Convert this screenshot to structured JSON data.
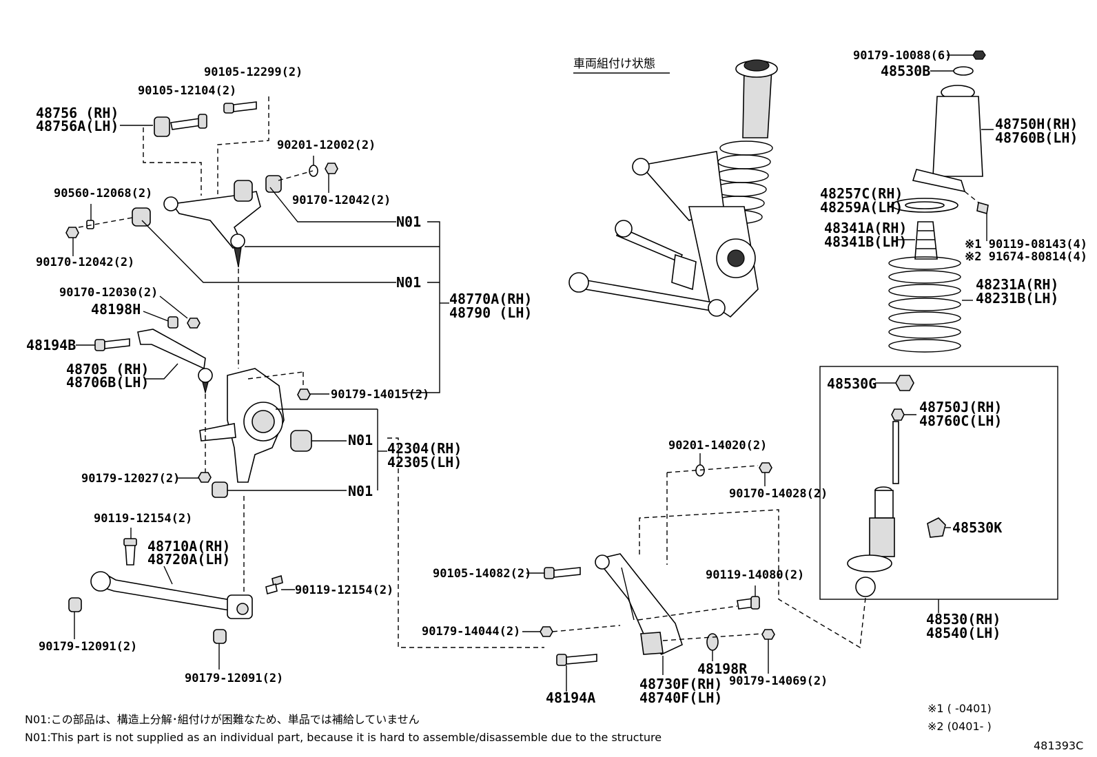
{
  "header": {
    "assembled_state": "車両組付け状態"
  },
  "labels": {
    "p_90105_12299": "90105-12299(2)",
    "p_90105_12104": "90105-12104(2)",
    "p_48756_rh": "48756 (RH)",
    "p_48756a_lh": "48756A(LH)",
    "p_90201_12002": "90201-12002(2)",
    "p_90170_12042_a": "90170-12042(2)",
    "p_90560_12068": "90560-12068(2)",
    "p_90170_12042_b": "90170-12042(2)",
    "n01_a": "N01",
    "n01_b": "N01",
    "n01_c": "N01",
    "n01_d": "N01",
    "p_48770a_rh": "48770A(RH)",
    "p_48790_lh": "48790 (LH)",
    "p_90170_12030": "90170-12030(2)",
    "p_48198h": "48198H",
    "p_48194b": "48194B",
    "p_48705_rh": "48705 (RH)",
    "p_48706b_lh": "48706B(LH)",
    "p_90179_14015": "90179-14015(2)",
    "p_42304_rh": "42304(RH)",
    "p_42305_lh": "42305(LH)",
    "p_90179_12027": "90179-12027(2)",
    "p_90119_12154_a": "90119-12154(2)",
    "p_48710a_rh": "48710A(RH)",
    "p_48720a_lh": "48720A(LH)",
    "p_90119_12154_b": "90119-12154(2)",
    "p_90179_12091_a": "90179-12091(2)",
    "p_90179_12091_b": "90179-12091(2)",
    "p_90179_10088": "90179-10088(6)",
    "p_48530b": "48530B",
    "p_48750h_rh": "48750H(RH)",
    "p_48760b_lh": "48760B(LH)",
    "p_48257c_rh": "48257C(RH)",
    "p_48259a_lh": "48259A(LH)",
    "p_48341a_rh": "48341A(RH)",
    "p_48341b_lh": "48341B(LH)",
    "p_90119_08143": "※1 90119-08143(4)",
    "p_91674_80814": "※2 91674-80814(4)",
    "p_48231a_rh": "48231A(RH)",
    "p_48231b_lh": "48231B(LH)",
    "p_48530g": "48530G",
    "p_48750j_rh": "48750J(RH)",
    "p_48760c_lh": "48760C(LH)",
    "p_48530k": "48530K",
    "p_48530_rh": "48530(RH)",
    "p_48540_lh": "48540(LH)",
    "p_90201_14020": "90201-14020(2)",
    "p_90170_14028": "90170-14028(2)",
    "p_90105_14082": "90105-14082(2)",
    "p_90119_14080": "90119-14080(2)",
    "p_90179_14044": "90179-14044(2)",
    "p_48198r": "48198R",
    "p_90179_14069": "90179-14069(2)",
    "p_48194a": "48194A",
    "p_48730f_rh": "48730F(RH)",
    "p_48740f_lh": "48740F(LH)"
  },
  "footnotes": {
    "n01_ja": "N01:この部品は、構造上分解･組付けが困難なため、単品では補給していません",
    "n01_en": "N01:This part is not supplied as an individual part, because it is hard to assemble/disassemble due to the structure",
    "mark1": "※1 (    -0401)",
    "mark2": "※2 (0401-    )",
    "diagram_id": "481393C"
  }
}
